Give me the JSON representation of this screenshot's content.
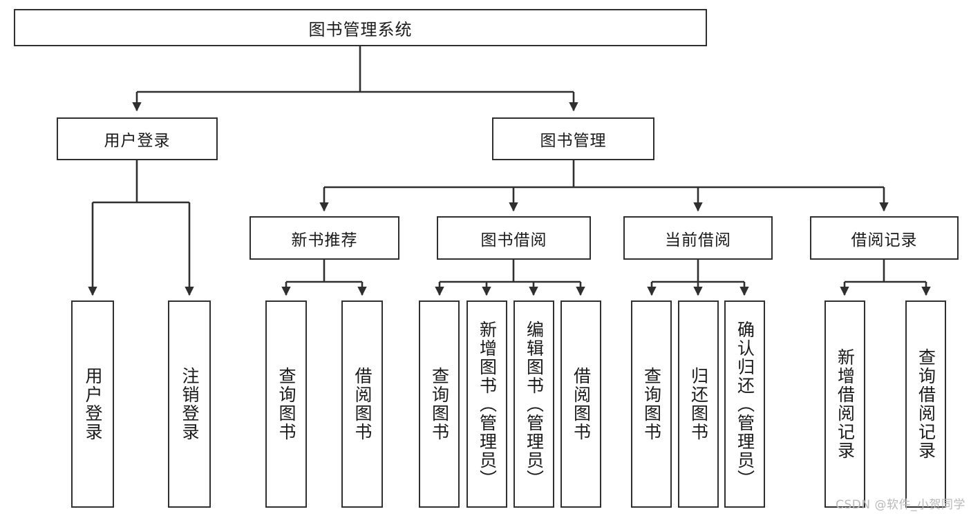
{
  "diagram": {
    "title": "图书管理系统",
    "root": {
      "label": "图书管理系统"
    },
    "level2": [
      {
        "label": "用户登录"
      },
      {
        "label": "图书管理"
      }
    ],
    "level3": [
      {
        "label": "新书推荐"
      },
      {
        "label": "图书借阅"
      },
      {
        "label": "当前借阅"
      },
      {
        "label": "借阅记录"
      }
    ],
    "leaves": {
      "user_login": [
        {
          "label": "用户登录"
        },
        {
          "label": "注销登录"
        }
      ],
      "new_book_recommend": [
        {
          "label": "查询图书"
        },
        {
          "label": "借阅图书"
        }
      ],
      "book_borrow": [
        {
          "label": "查询图书"
        },
        {
          "label": "新增图书（管理员）"
        },
        {
          "label": "编辑图书（管理员）"
        },
        {
          "label": "借阅图书"
        }
      ],
      "current_borrow": [
        {
          "label": "查询图书"
        },
        {
          "label": "归还图书"
        },
        {
          "label": "确认归还（管理员）"
        }
      ],
      "borrow_record": [
        {
          "label": "新增借阅记录"
        },
        {
          "label": "查询借阅记录"
        }
      ]
    },
    "watermark": "CSDN @软件_小贺同学",
    "colors": {
      "stroke": "#2f2f2f",
      "fill": "#ffffff",
      "text": "#1a1a1a",
      "watermark": "#b9b9b9"
    }
  }
}
